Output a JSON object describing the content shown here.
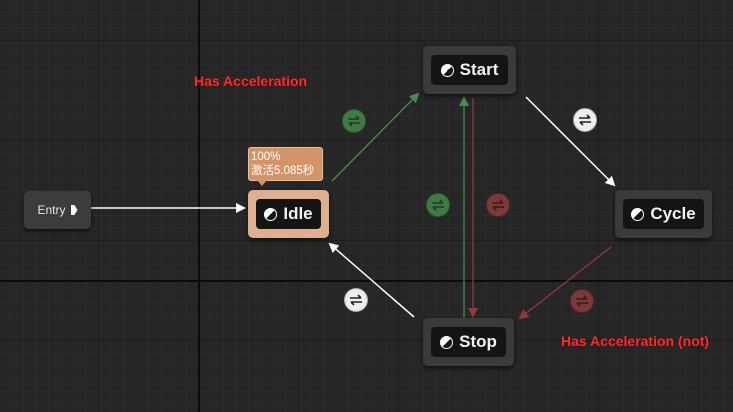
{
  "entry": {
    "label": "Entry"
  },
  "states": {
    "idle": {
      "label": "Idle"
    },
    "start": {
      "label": "Start"
    },
    "cycle": {
      "label": "Cycle"
    },
    "stop": {
      "label": "Stop"
    }
  },
  "idle_tooltip": {
    "weight": "100%",
    "active_time": "激活5.085秒"
  },
  "conditions": {
    "has_acceleration": "Has Acceleration",
    "has_acceleration_not": "Has Acceleration (not)"
  },
  "colors": {
    "active_state": "#deb08f",
    "green_link": "#4a8a50",
    "red_link": "#8a3a3a",
    "condition_text": "#ff2b2b"
  }
}
